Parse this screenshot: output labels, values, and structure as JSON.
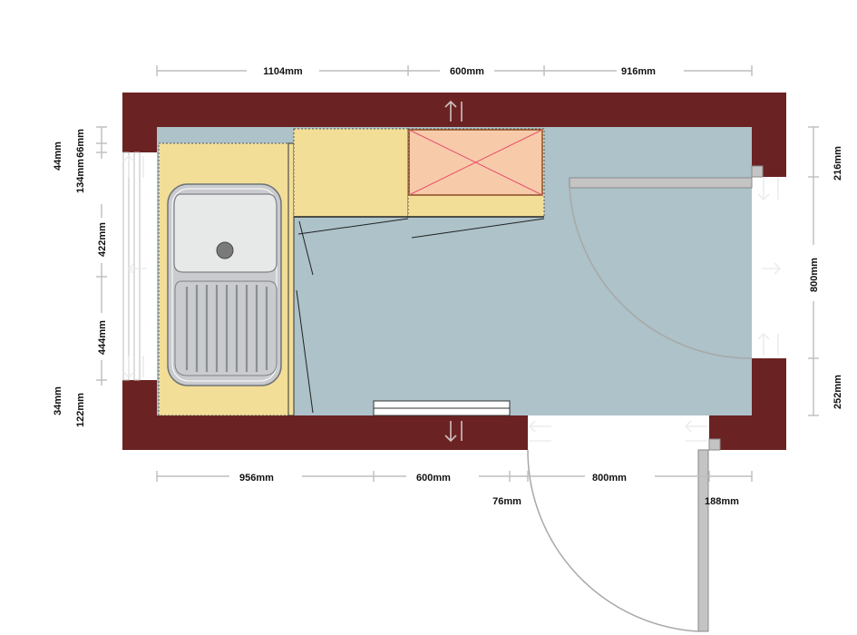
{
  "colors": {
    "wall": "#6b2222",
    "floor": "#adc2c9",
    "counter": "#f3de97",
    "hob": "#f7cba9",
    "hob_cross": "#e8506e",
    "door_swing": "#a8a8a8",
    "door_leaf": "#c4c4c4",
    "sink_steel": "#c9cbce",
    "sink_bowl": "#e7e8e8"
  },
  "dimensions": {
    "top": [
      "1104mm",
      "600mm",
      "916mm"
    ],
    "bottom": [
      "956mm",
      "600mm",
      "800mm"
    ],
    "bottom_sub": [
      "76mm",
      "188mm"
    ],
    "left": [
      "44mm",
      "134mm",
      "66mm",
      "422mm",
      "444mm",
      "34mm",
      "122mm"
    ],
    "right": [
      "216mm",
      "800mm",
      "252mm"
    ]
  }
}
